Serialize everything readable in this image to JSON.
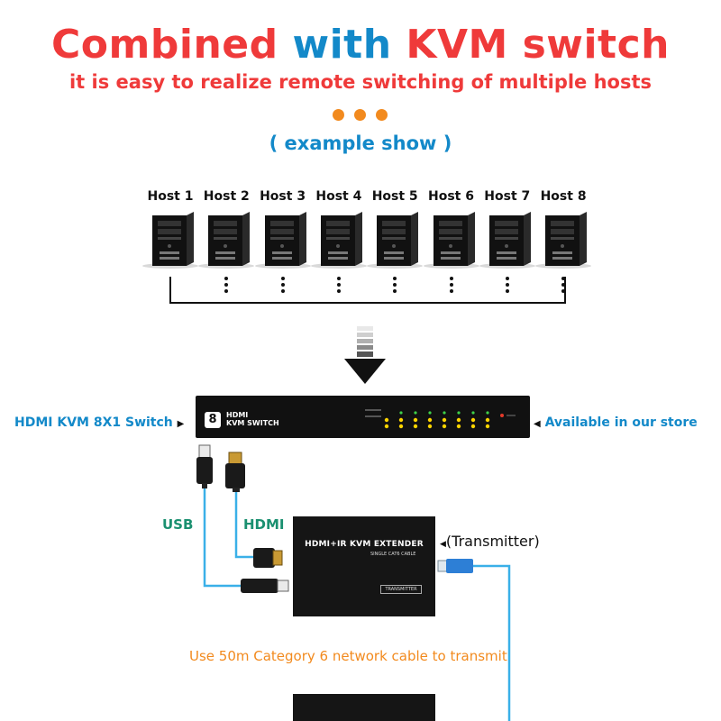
{
  "header": {
    "title_part1": "Combined",
    "title_part2": "with",
    "title_part3": "KVM switch",
    "subtitle": "it is easy to realize remote switching of multiple hosts",
    "example": "( example show )"
  },
  "hosts": [
    "Host 1",
    "Host 2",
    "Host 3",
    "Host 4",
    "Host 5",
    "Host 6",
    "Host 7",
    "Host 8"
  ],
  "switch": {
    "left_label": "HDMI KVM 8X1 Switch",
    "right_label": "Available in our store",
    "badge_number": "8",
    "brand_line1": "HDMI",
    "brand_line2": "KVM SWITCH"
  },
  "cables": {
    "usb_label": "USB",
    "hdmi_label": "HDMI",
    "network_note": "Use 50m Category 6 network cable to transmit"
  },
  "extender": {
    "title": "HDMI+IR KVM EXTENDER",
    "subtitle": "SINGLE CAT6 CABLE",
    "tag": "TRANSMITTER",
    "role_label": "(Transmitter)"
  },
  "colors": {
    "title_red": "#ef3a3a",
    "title_blue": "#1389c9",
    "dot_orange": "#f28a1e",
    "cable_blue": "#3ab0e8",
    "label_green": "#1a9070",
    "note_orange": "#f28a1e"
  }
}
